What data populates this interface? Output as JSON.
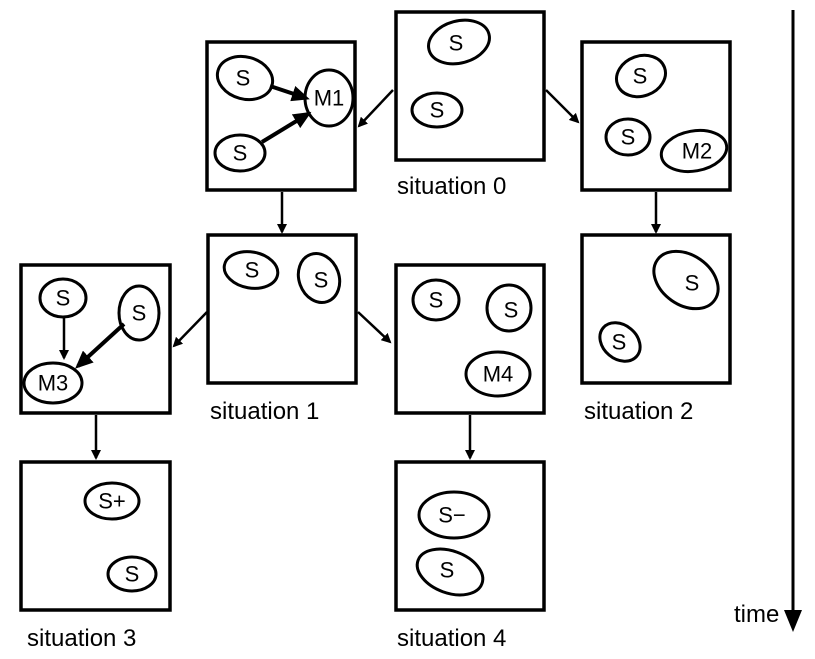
{
  "situations": {
    "s0": "situation 0",
    "s1": "situation 1",
    "s2": "situation 2",
    "s3": "situation 3",
    "s4": "situation 4"
  },
  "nodes": {
    "s": "S",
    "m1": "M1",
    "m2": "M2",
    "m3": "M3",
    "m4": "M4",
    "s_plus": "S+",
    "s_minus": "S−"
  },
  "time_label": "time"
}
